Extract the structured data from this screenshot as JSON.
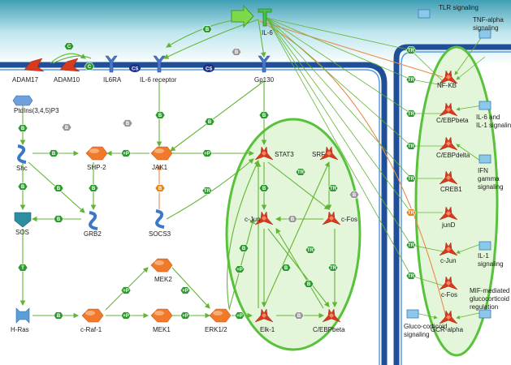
{
  "colors": {
    "membrane": "#1f4f99",
    "arrow": "#62b533",
    "inhibit": "#e88b4a",
    "enzyme": "#f07a2a",
    "tf": "#d83a1e",
    "region_fill": "#e4f6da",
    "region_stroke": "#57c23a",
    "badge_green": "#2f9a2f",
    "badge_gray": "#999999",
    "badge_orange": "#e0861c",
    "cs_badge": "#1a2f8a"
  },
  "nodes": {
    "il6": "IL-6",
    "adam17": "ADAM17",
    "adam10": "ADAM10",
    "il6ra": "IL6RA",
    "il6receptor": "IL-6 receptor",
    "gp130": "Gp130",
    "ptdins": "PtdIns(3,4,5)P3",
    "shc": "Shc",
    "shp2": "SHP-2",
    "jak1": "JAK1",
    "stat3": "STAT3",
    "srf": "SRF",
    "cjun_left": "c-Jun",
    "cfos_left": "c-Fos",
    "sos": "SOS",
    "grb2": "GRB2",
    "socs3": "SOCS3",
    "mek2": "MEK2",
    "hras": "H-Ras",
    "craf": "c-Raf-1",
    "mek1": "MEK1",
    "erk": "ERK1/2",
    "elk1": "Elk-1",
    "cebpbeta_left": "C/EBPbeta",
    "nfkb": "NF-KB",
    "cebpbeta_right": "C/EBPbeta",
    "cebpdelta": "C/EBPdelta",
    "creb1": "CREB1",
    "jund": "junD",
    "cjun_right": "c-Jun",
    "cfos_right": "c-Fos",
    "gcr": "GCR-alpha"
  },
  "signals": {
    "tlr": "TLR signaling",
    "tnf": "TNF-alpha signaling",
    "il6il1": "IL-6 and IL-1 signaling",
    "ifn": "IFN gamma signaling",
    "il1": "IL-1 signaling",
    "mif": "MIF-mediated glucocorticoid regulation",
    "gluco": "Gluco-corticoid signaling"
  },
  "badges": {
    "b": "B",
    "c": "C",
    "p": "+P",
    "t": "T",
    "tr": "TR",
    "cs": "CS"
  }
}
